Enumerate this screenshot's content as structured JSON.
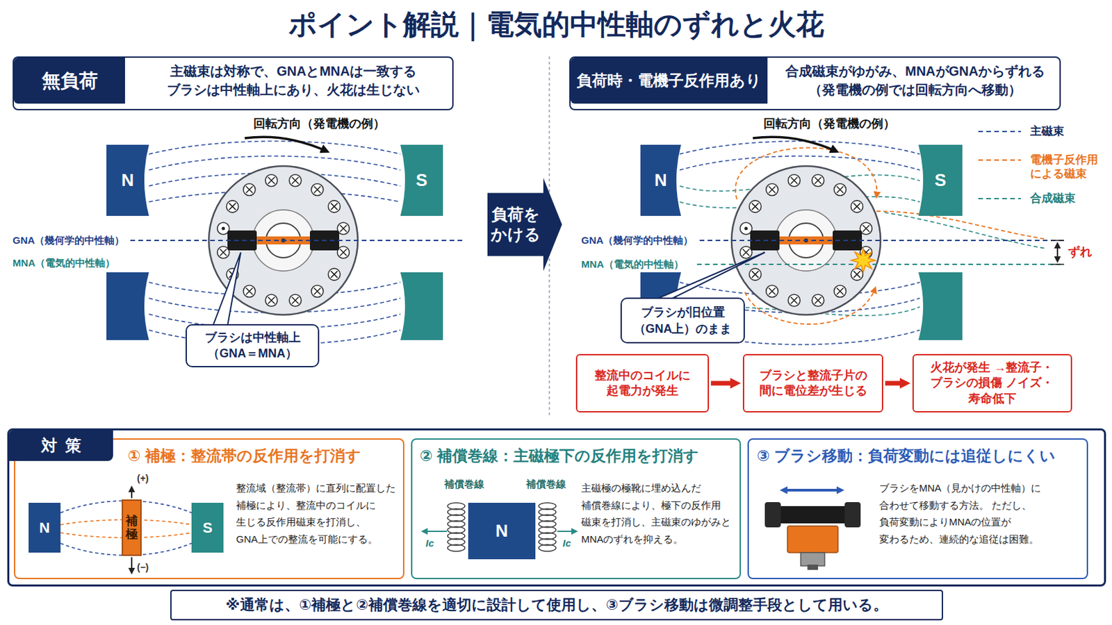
{
  "diagram": {
    "title": "ポイント解説｜電気的中性軸のずれと火花",
    "nodes": [
      {
        "text": [
          "無負荷",
          "主磁束は対称で、GNAとMNAは一致する ブラシは中性軸上にあり、火花は生じない"
        ]
      },
      {
        "text": [
          "N"
        ]
      },
      {
        "text": [
          "S"
        ]
      },
      {
        "text": [
          "ブラシは中性軸上 （GNA＝MNA）"
        ]
      },
      {
        "text": [
          "負荷を かける"
        ]
      },
      {
        "text": [
          "負荷時・電機子反作用あり",
          "合成磁束がゆがみ、MNAがGNAからずれる （発電機の例では回転方向へ移動）"
        ]
      },
      {
        "text": [
          "N"
        ]
      },
      {
        "text": [
          "S"
        ]
      },
      {
        "text": [
          "ブラシが旧位置 （GNA上）のまま"
        ]
      },
      {
        "text": [
          "整流中のコイルに 起電力が発生"
        ]
      },
      {
        "text": [
          "ブラシと整流子片の 間に電位差が生じる"
        ]
      },
      {
        "text": [
          "火花が発生 →整流子・ブラシの損傷 ノイズ・寿命低下"
        ]
      },
      {
        "text": [
          "対策"
        ]
      },
      {
        "text": [
          "① 補極：整流帯の反作用を打消す",
          "整流域（整流帯）に直列に配置した 補極により、整流中のコイルに 生じる反作用磁束を打消し、 GNA上での整流を可能にする。"
        ],
        "in": 12
      },
      {
        "text": [
          "N"
        ],
        "in": 13
      },
      {
        "text": [
          "補極"
        ],
        "in": 13
      },
      {
        "text": [
          "S"
        ],
        "in": 13
      },
      {
        "text": [
          "② 補償巻線：主磁極下の反作用を打消す",
          "主磁極の極靴に埋め込んだ 補償巻線により、極下の反作用 磁束を打消し、主磁束のゆがみと MNAのずれを抑える。"
        ],
        "in": 12
      },
      {
        "text": [
          "N"
        ],
        "in": 17
      },
      {
        "text": [
          "③ ブラシ移動：負荷変動には追従しにくい",
          "ブラシをMNA（見かけの中性軸）に 合わせて移動する方法。 ただし、負荷変動によりMNAの位置が 変わるため、連続的な追従は困難。"
        ],
        "in": 12
      },
      {
        "text": [
          "※通常は、①補極と②補償巻線を適切に設計して使用し、③ブラシ移動は微調整手段として用いる。"
        ]
      }
    ],
    "edges": [
      {
        "from": 9,
        "to": 10,
        "arrow": "to"
      },
      {
        "from": 10,
        "to": 11,
        "arrow": "to"
      }
    ],
    "labels": [
      "回転方向（発電機の例）",
      "GNA（幾何学的中性軸）",
      "MNA（電気的中性軸）",
      "回転方向（発電機の例）",
      "GNA（幾何学的中性軸）",
      "MNA（電気的中性軸）",
      "ずれ",
      "(+)",
      "(−)",
      "補償巻線",
      "補償巻線",
      "Ic",
      "Ic"
    ],
    "legend": [
      {
        "text": "主磁束"
      },
      {
        "text": "電機子反作用による磁束"
      },
      {
        "text": "合成磁束"
      }
    ]
  }
}
